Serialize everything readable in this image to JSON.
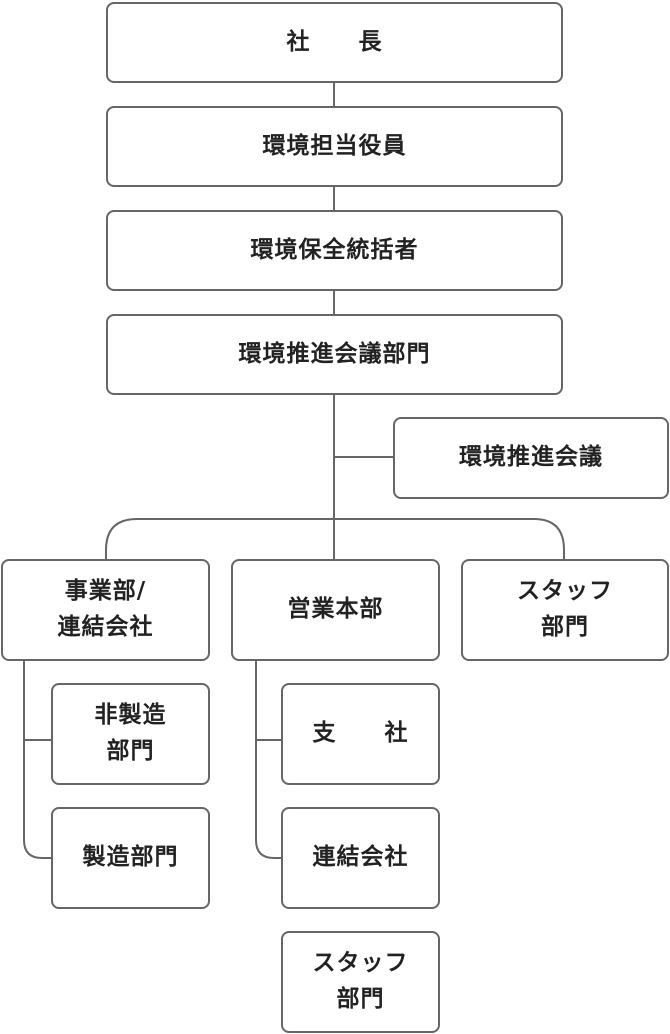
{
  "org": {
    "president": "社　　長",
    "env_officer": "環境担当役員",
    "env_manager": "環境保全統括者",
    "env_council_dept": "環境推進会議部門",
    "env_council": "環境推進会議",
    "business_div": "事業部/\n連結会社",
    "sales_hq": "営業本部",
    "staff_dept": "スタッフ\n部門",
    "non_mfg_dept": "非製造\n部門",
    "mfg_dept": "製造部門",
    "branch": "支　　社",
    "subsidiary": "連結会社",
    "sales_staff_dept": "スタッフ\n部門"
  }
}
